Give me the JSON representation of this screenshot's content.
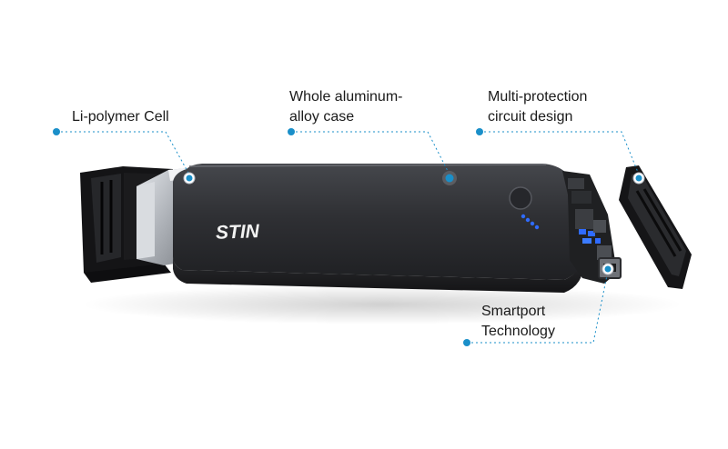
{
  "product": {
    "brand_text": "STIN",
    "led_count": 4,
    "colors": {
      "accent": "#1a8fc9",
      "body_dark": "#2b2c30",
      "body_light": "#3c3e43",
      "inner_silver": "#b8bcc2",
      "cap_black": "#1c1c1e",
      "led_blue": "#2f6bff"
    }
  },
  "callouts": {
    "cell": {
      "line1": "Li-polymer Cell"
    },
    "case": {
      "line1": "Whole aluminum-",
      "line2": "alloy case"
    },
    "circuit": {
      "line1": "Multi-protection",
      "line2": "circuit design"
    },
    "smartport": {
      "line1": "Smartport",
      "line2": "Technology"
    }
  }
}
